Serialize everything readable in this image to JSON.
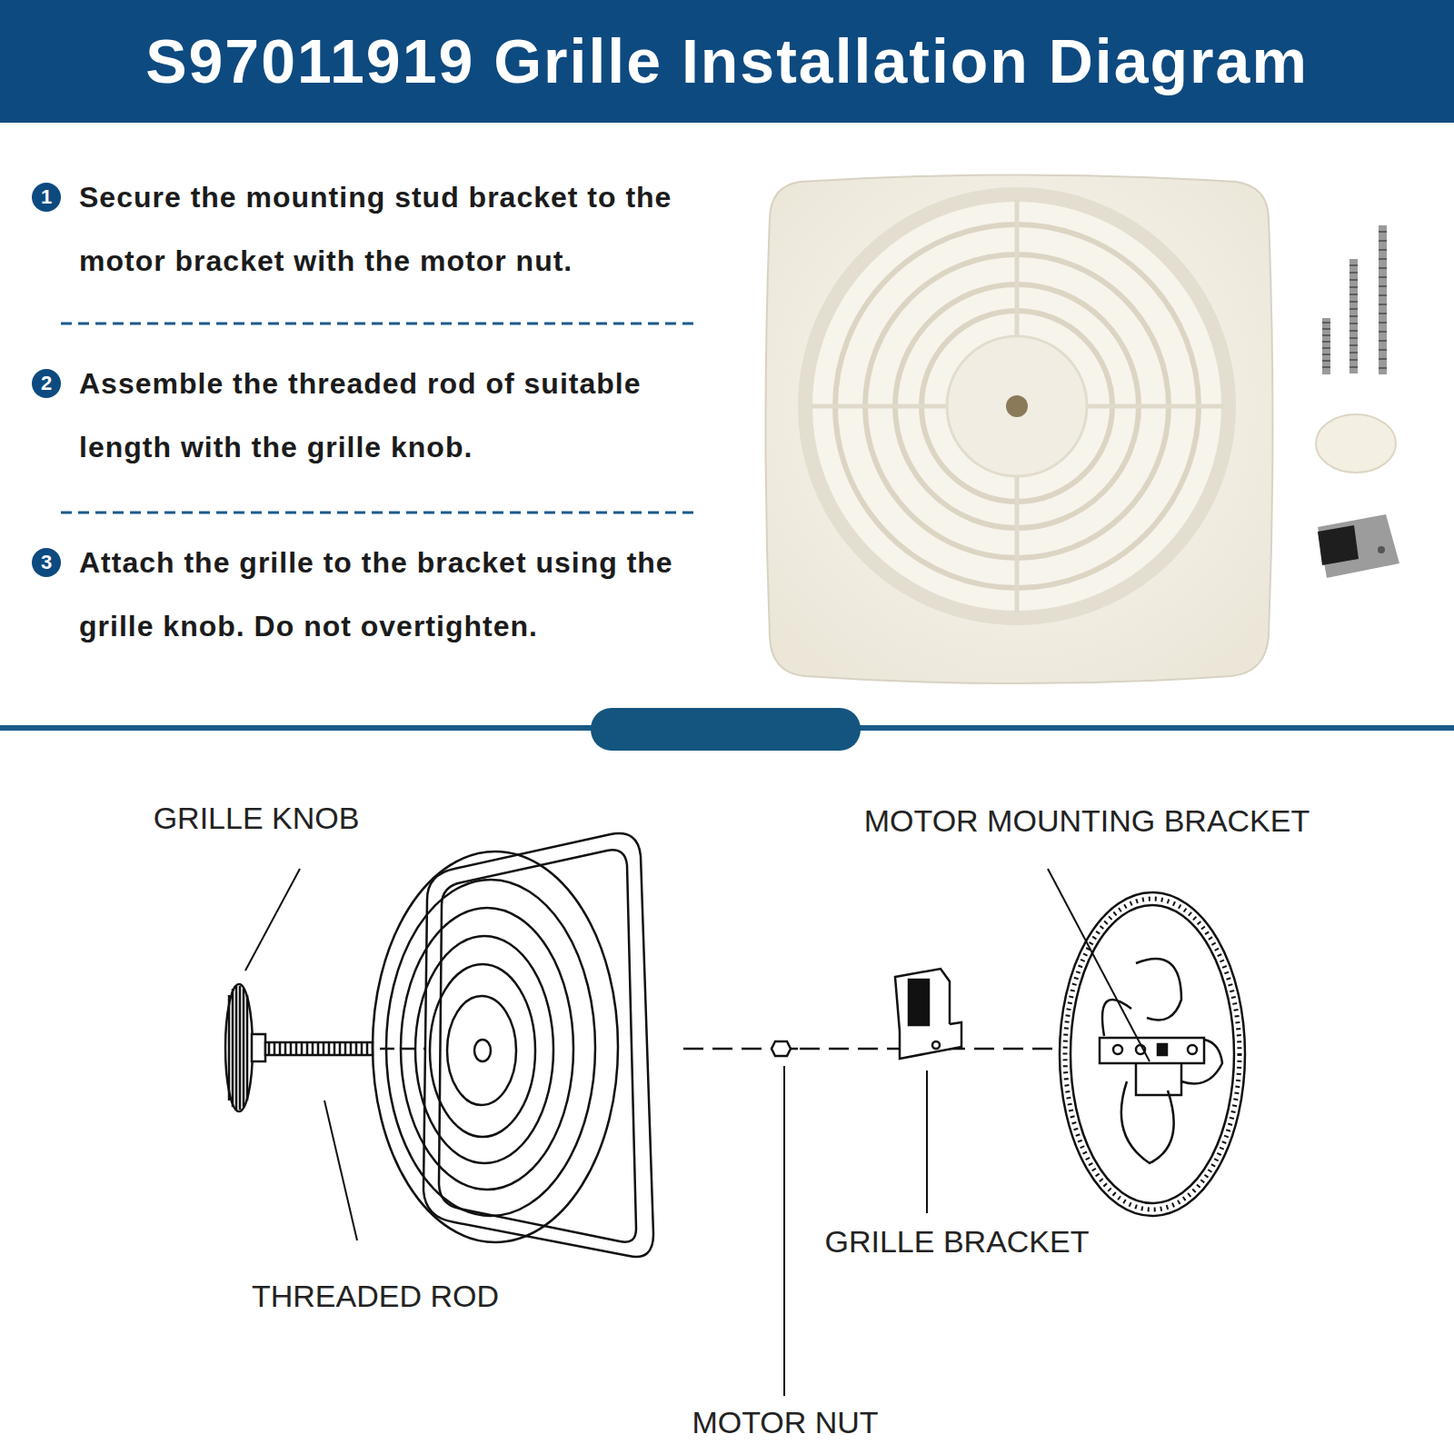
{
  "diagram": {
    "title": "S97011919 Grille Installation Diagram",
    "labels": [
      "1",
      "Secure the mounting stud bracket to the motor bracket with the motor nut.",
      "2",
      "Assemble the threaded rod of suitable length with the grille knob.",
      "3",
      "Attach the grille to the bracket using the grille knob. Do not overtighten.",
      "GRILLE KNOB",
      "MOTOR MOUNTING BRACKET",
      "THREADED ROD",
      "GRILLE BRACKET",
      "MOTOR NUT"
    ]
  }
}
